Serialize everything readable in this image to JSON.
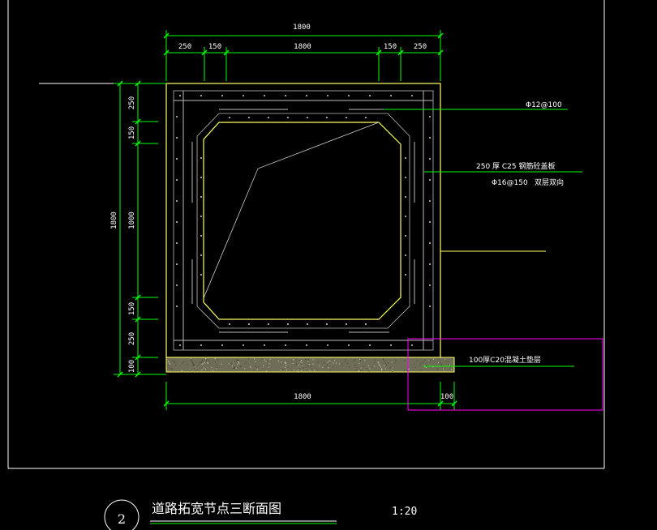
{
  "dimensions": {
    "top_total": "1800",
    "top_parts": [
      "250",
      "150",
      "1800",
      "150",
      "250"
    ],
    "left_total": "1800",
    "left_parts": [
      "250",
      "150",
      "1000",
      "150",
      "250",
      "100"
    ],
    "bottom_total": "1800",
    "bottom_extra": "100"
  },
  "notes": {
    "rebar_top": "Φ12@100",
    "wall_spec": "250 厚 C25 钢筋砼盖板",
    "rebar_wall": "Φ16@150",
    "rebar_wall_note": "双层双向",
    "cushion": "100厚C20混凝土垫层"
  },
  "title": {
    "number": "2",
    "text": "道路拓宽节点三断面图",
    "scale": "1:20"
  },
  "colors": {
    "background": "#000000",
    "outline": "#ffffff",
    "concrete_edge": "#ffff66",
    "dimension": "#00ff00",
    "rebar": "#cccccc",
    "highlight_box": "#ff00ff",
    "cushion_fill": "#8a8a6a"
  }
}
